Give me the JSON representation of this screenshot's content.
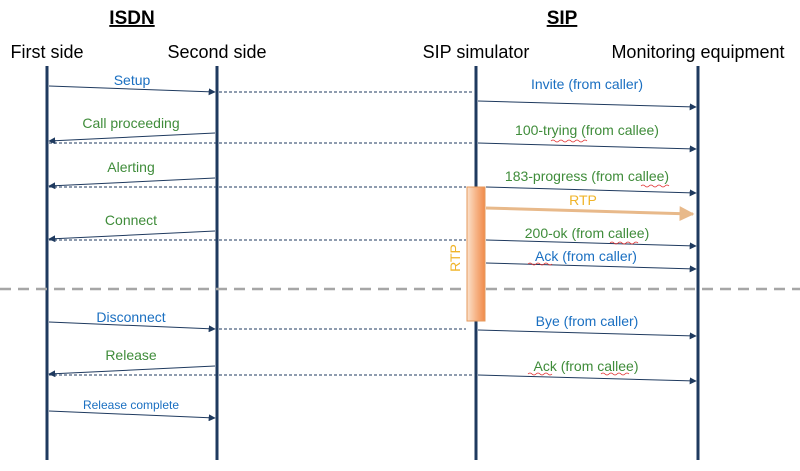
{
  "headers": {
    "isdn": "ISDN",
    "sip": "SIP"
  },
  "columns": {
    "first_side": "First side",
    "second_side": "Second side",
    "sip_simulator": "SIP simulator",
    "monitoring": "Monitoring equipment"
  },
  "messages": {
    "setup": "Setup",
    "call_proceeding": "Call proceeding",
    "alerting": "Alerting",
    "connect": "Connect",
    "disconnect": "Disconnect",
    "release": "Release",
    "release_complete": "Release complete",
    "invite": "Invite (from caller)",
    "trying": "100-trying (from callee)",
    "progress": "183-progress (from callee)",
    "rtp_flow": "RTP",
    "ok": "200-ok (from callee)",
    "ack_caller": "Ack (from caller)",
    "bye": "Bye (from caller)",
    "ack_callee": "Ack (from callee)"
  },
  "rtp_box_label": "RTP",
  "colors": {
    "lifeline": "#1f3a5f",
    "blue_msg": "#1a6fc1",
    "green_msg": "#3f8c3a",
    "rtp": "#f0b429",
    "rtp_box": "#f4a070",
    "separator": "#a6a6a6"
  }
}
